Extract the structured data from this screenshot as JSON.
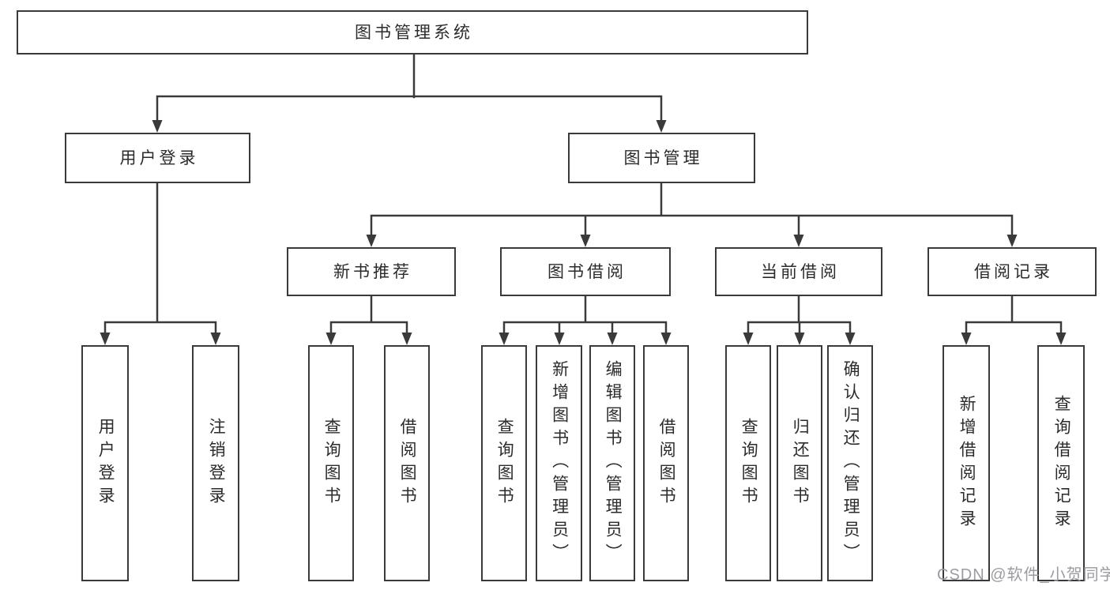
{
  "diagram": {
    "root": {
      "label": "图书管理系统"
    },
    "groups": [
      {
        "label": "用户登录",
        "children": [
          {
            "label": "用户登录"
          },
          {
            "label": "注销登录"
          }
        ]
      },
      {
        "label": "图书管理",
        "sections": [
          {
            "label": "新书推荐",
            "children": [
              {
                "label": "查询图书"
              },
              {
                "label": "借阅图书"
              }
            ]
          },
          {
            "label": "图书借阅",
            "children": [
              {
                "label": "查询图书"
              },
              {
                "label": "新增图书（管理员）"
              },
              {
                "label": "编辑图书（管理员）"
              },
              {
                "label": "借阅图书"
              }
            ]
          },
          {
            "label": "当前借阅",
            "children": [
              {
                "label": "查询图书"
              },
              {
                "label": "归还图书"
              },
              {
                "label": "确认归还（管理员）"
              }
            ]
          },
          {
            "label": "借阅记录",
            "children": [
              {
                "label": "新增借阅记录"
              },
              {
                "label": "查询借阅记录"
              }
            ]
          }
        ]
      }
    ]
  },
  "watermark": {
    "text": "CSDN @软件_小贺同学"
  },
  "colors": {
    "line": "#3a3a3a",
    "box_border": "#3a3a3a",
    "text": "#2b2b2b",
    "watermark": "#9b9ba1",
    "background": "#ffffff"
  }
}
